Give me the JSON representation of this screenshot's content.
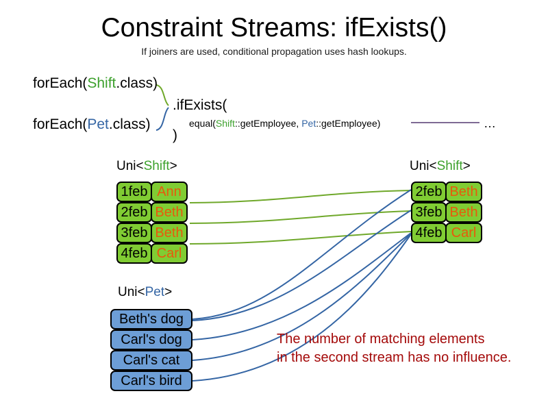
{
  "header": {
    "title": "Constraint Streams: ifExists()",
    "subtitle": "If joiners are used, conditional propagation uses hash lookups."
  },
  "code": {
    "foreach_shift": {
      "prefix": "forEach(",
      "type": "Shift",
      "suffix": ".class)"
    },
    "foreach_pet": {
      "prefix": "forEach(",
      "type": "Pet",
      "suffix": ".class)"
    },
    "ifexists_open": ".ifExists(",
    "ifexists_close": ")",
    "joiner": {
      "prefix": "equal(",
      "left_type": "Shift",
      "left_method": "::getEmployee, ",
      "right_type": "Pet",
      "right_method": "::getEmployee)"
    },
    "ellipsis": "…"
  },
  "streams": {
    "input_shift": {
      "label_prefix": "Uni<",
      "label_type": "Shift",
      "label_suffix": ">",
      "rows": [
        {
          "date": "1feb",
          "employee": "Ann"
        },
        {
          "date": "2feb",
          "employee": "Beth"
        },
        {
          "date": "3feb",
          "employee": "Beth"
        },
        {
          "date": "4feb",
          "employee": "Carl"
        }
      ]
    },
    "input_pet": {
      "label_prefix": "Uni<",
      "label_type": "Pet",
      "label_suffix": ">",
      "rows": [
        {
          "name": "Beth's dog"
        },
        {
          "name": "Carl's dog"
        },
        {
          "name": "Carl's cat"
        },
        {
          "name": "Carl's bird"
        }
      ]
    },
    "output_shift": {
      "label_prefix": "Uni<",
      "label_type": "Shift",
      "label_suffix": ">",
      "rows": [
        {
          "date": "2feb",
          "employee": "Beth"
        },
        {
          "date": "3feb",
          "employee": "Beth"
        },
        {
          "date": "4feb",
          "employee": "Carl"
        }
      ]
    }
  },
  "annotation": {
    "line1": "The number of matching elements",
    "line2": "in the second stream has no influence."
  },
  "colors": {
    "shift_green": "#80CC33",
    "shift_type_green": "#3CA02C",
    "pet_blue": "#6D9ED6",
    "pet_type_blue": "#3465A4",
    "employee_orange": "#E8590C",
    "note_red": "#A40A0A",
    "joiner_line_purple": "#7E6A94",
    "wire_green": "#6FA82A",
    "wire_blue": "#3465A4"
  }
}
